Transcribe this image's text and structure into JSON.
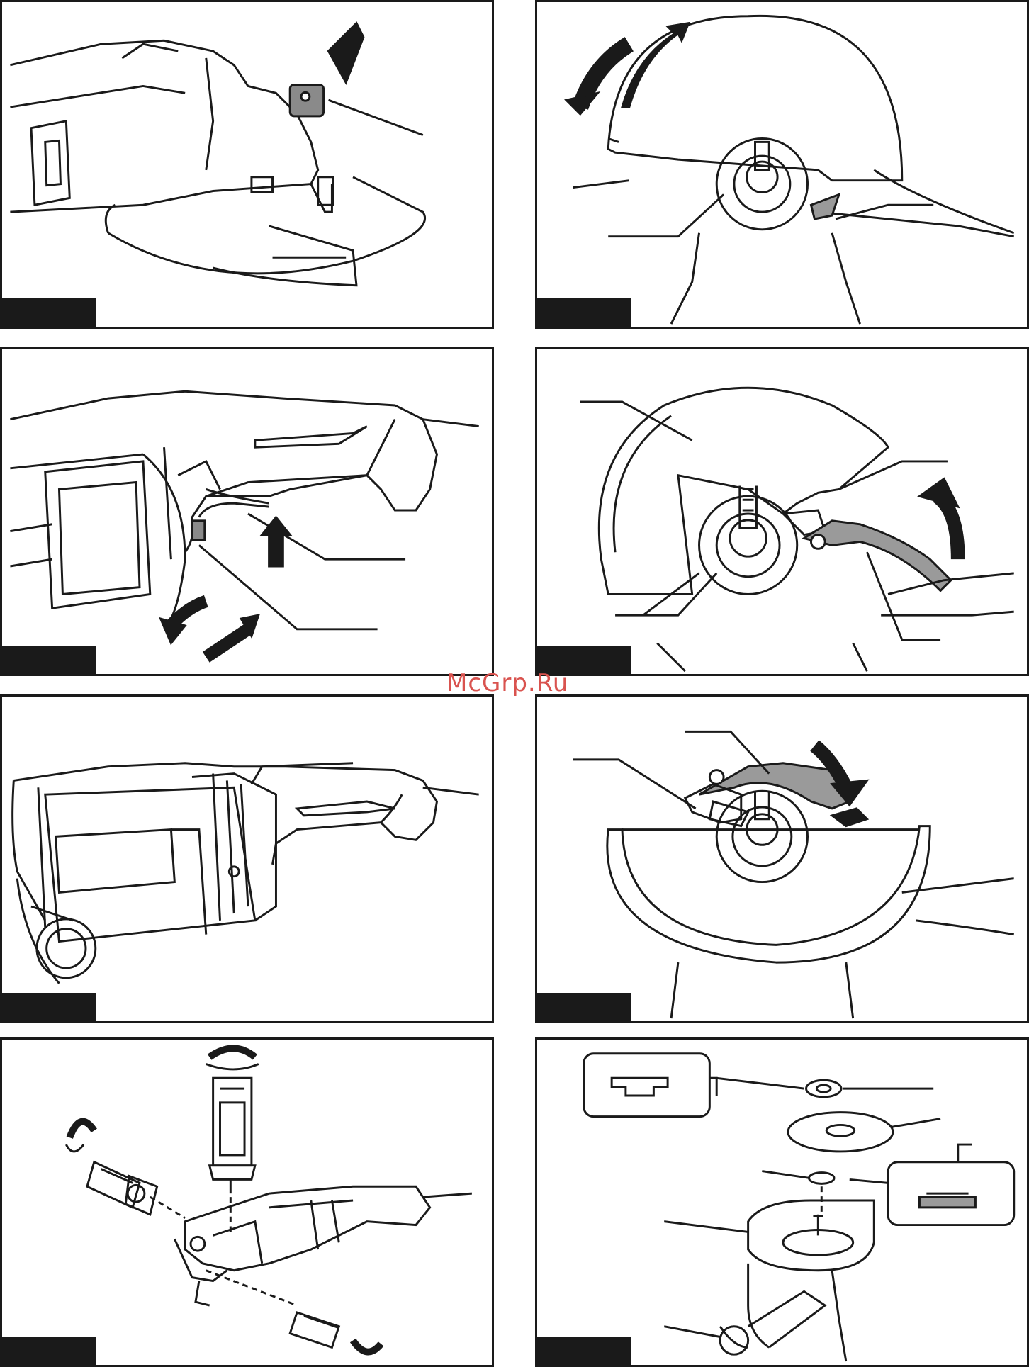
{
  "watermark": {
    "text": "McGrp.Ru",
    "color": "#d9534f"
  },
  "figures": [
    {
      "id": "fig-1",
      "subject": "spindle-lock-button"
    },
    {
      "id": "fig-2",
      "subject": "wheel-guard-rotation"
    },
    {
      "id": "fig-3",
      "subject": "switch-trigger-lock"
    },
    {
      "id": "fig-4",
      "subject": "guard-lever-release"
    },
    {
      "id": "fig-5",
      "subject": "tool-body-side-view"
    },
    {
      "id": "fig-6",
      "subject": "guard-lever-lock"
    },
    {
      "id": "fig-7",
      "subject": "side-handle-mounting"
    },
    {
      "id": "fig-8",
      "subject": "wheel-and-flange-assembly"
    }
  ],
  "colors": {
    "line": "#1a1a1a",
    "fill_gray": "#9a9a9a",
    "tab": "#1a1a1a"
  }
}
